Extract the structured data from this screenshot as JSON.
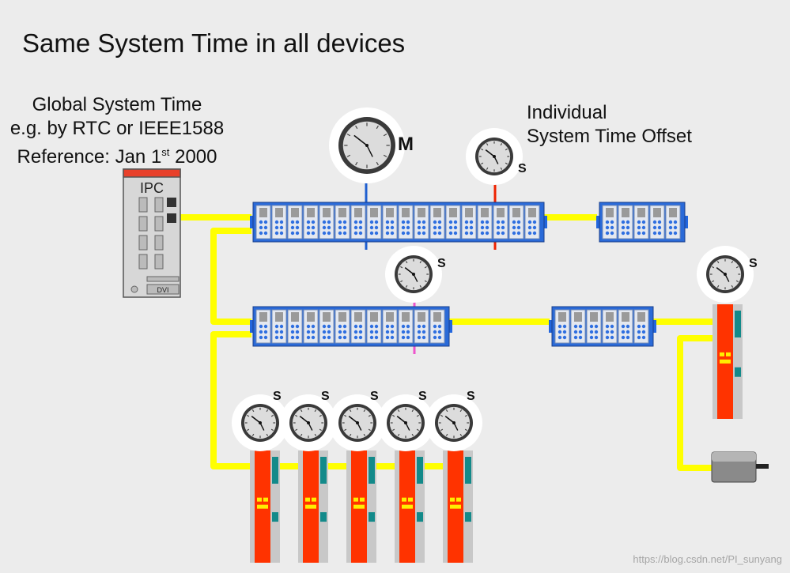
{
  "title": "Same System Time in all devices",
  "global_time": {
    "line1": "Global System Time",
    "line2": "e.g. by RTC or IEEE1588",
    "line3_prefix": "Reference: Jan 1",
    "line3_sup": "st",
    "line3_suffix": " 2000"
  },
  "individual_offset": {
    "line1": "Individual",
    "line2": "System Time Offset"
  },
  "ipc": {
    "label": "IPC",
    "port_label": "DVI"
  },
  "master_label": "M",
  "slave_label": "S",
  "watermark": "https://blog.csdn.net/PI_sunyang",
  "colors": {
    "cable": "#ffff00",
    "terminal_blue": "#2266dd",
    "drive_red": "#ff3300",
    "master_line": "#1f5fd0",
    "slave_line_red": "#ee2200",
    "slave_line_pink": "#ee55cc"
  }
}
